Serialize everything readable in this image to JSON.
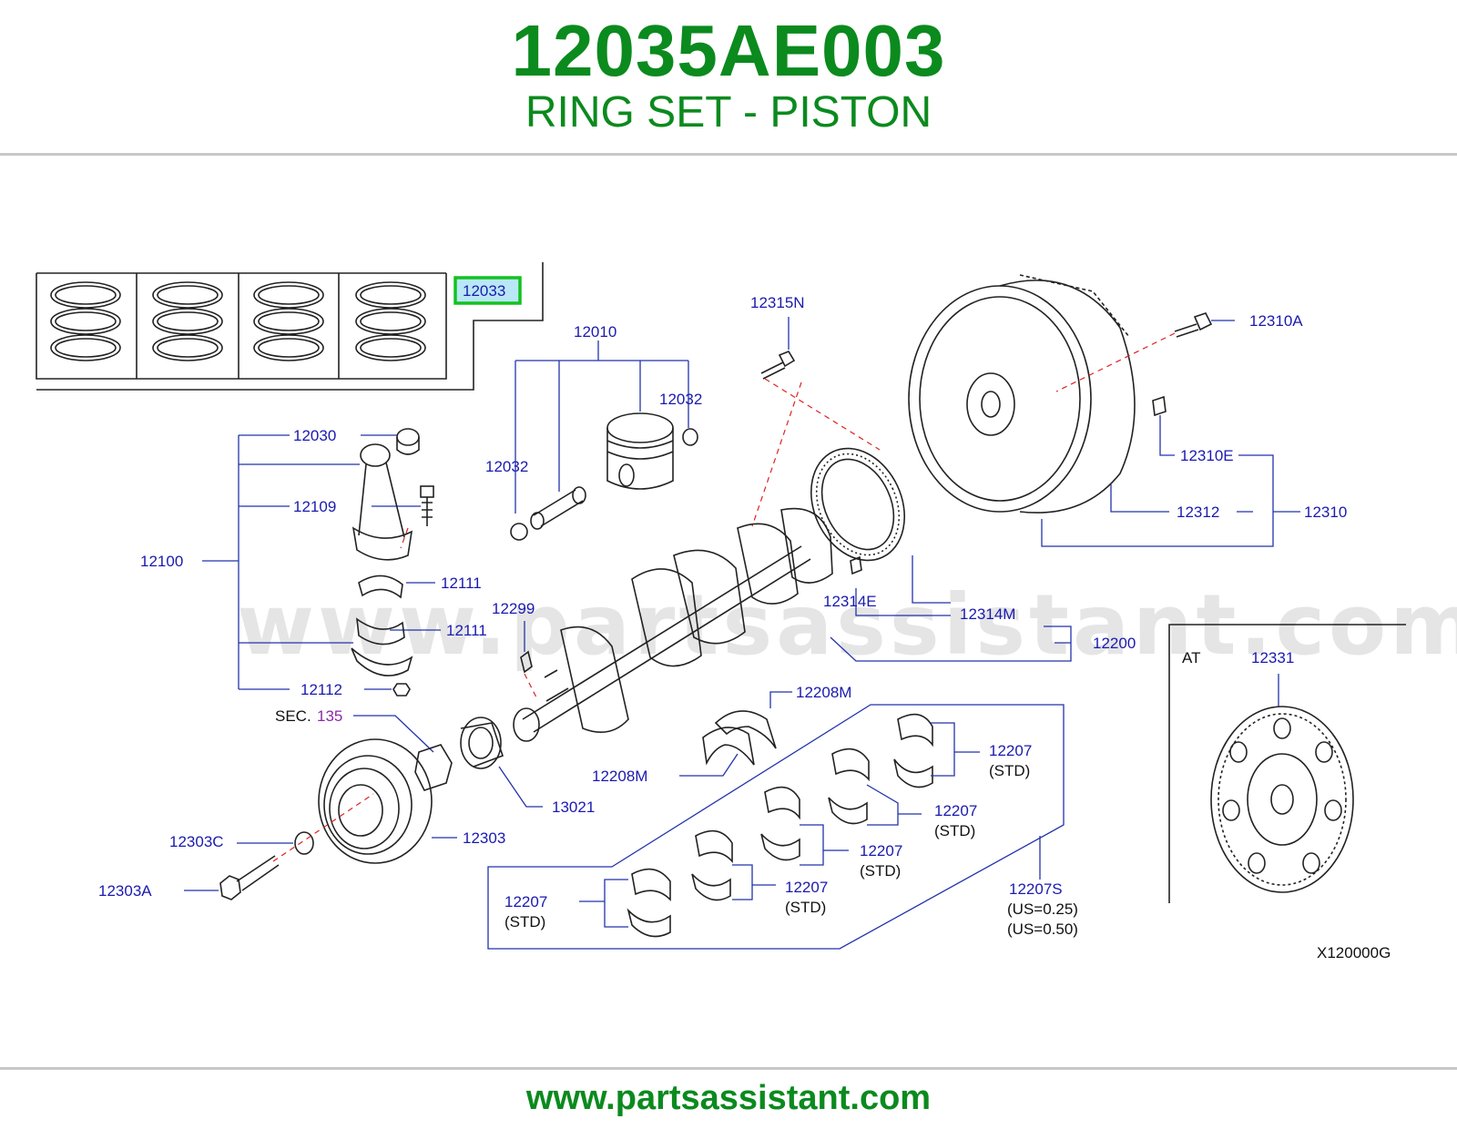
{
  "header": {
    "part_number": "12035AE003",
    "part_name": "RING SET - PISTON"
  },
  "colors": {
    "brand_green": "#0b8a1e",
    "callout_blue": "#1a1ab0",
    "highlight_box": "#12c21f",
    "highlight_fill": "#b9e7f5"
  },
  "labels": {
    "ring_set": "12033",
    "piston_assy": "12010",
    "snap_ring_a": "12032",
    "snap_ring_b": "12032",
    "bushing": "12030",
    "bolt_conrod": "12109",
    "conrod_assy": "12100",
    "bearing_upper": "12111",
    "bearing_lower": "12111",
    "nut_conrod": "12112",
    "key": "12299",
    "sec_prefix": "SEC.",
    "sec_number": "135",
    "sprocket": "13021",
    "pulley": "12303",
    "washer": "12303C",
    "pulley_bolt": "12303A",
    "bolt_12315n": "12315N",
    "bolt_12310a": "12310A",
    "dowel_12310e": "12310E",
    "gear_12312": "12312",
    "flywheel_12310": "12310",
    "pin_12314e": "12314E",
    "plate_12314m": "12314M",
    "crankshaft_12200": "12200",
    "thrust_12208m_a": "12208M",
    "thrust_12208m_b": "12208M",
    "bearing_12207_a": "12207",
    "bearing_12207_b": "12207",
    "bearing_12207_c": "12207",
    "bearing_12207_d": "12207",
    "bearing_12207_e": "12207",
    "std": "(STD)",
    "bearing_set_12207s": "12207S",
    "us_025": "(US=0.25)",
    "us_050": "(US=0.50)",
    "at_section": "AT",
    "drive_plate_12331": "12331",
    "figure_code": "X120000G"
  },
  "watermark": "www.partsassistant.com",
  "footer": {
    "url": "www.partsassistant.com"
  }
}
